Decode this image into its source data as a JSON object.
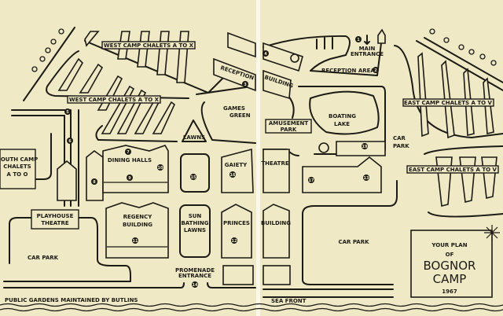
{
  "title": {
    "line1": "YOUR PLAN",
    "line2": "OF",
    "line3": "BOGNOR",
    "line4": "CAMP",
    "year": "1967"
  },
  "labels": {
    "west_camp_upper": "WEST CAMP CHALETS A TO X",
    "west_camp_lower": "WEST CAMP CHALETS A TO X",
    "east_camp_upper": "EAST CAMP CHALETS A TO V",
    "east_camp_lower": "EAST CAMP CHALETS A TO V",
    "south_camp": [
      "SOUTH CAMP",
      "CHALETS",
      "A TO O"
    ],
    "reception": "RECEPTION",
    "building_top": "BUILDING",
    "games_green": [
      "GAMES",
      "GREEN"
    ],
    "lawns": "LAWNS",
    "dining_halls": "DINING HALLS",
    "gaiety": "GAIETY",
    "theatre": "THEATRE",
    "amusement_park": [
      "AMUSEMENT",
      "PARK"
    ],
    "boating_lake": [
      "BOATING",
      "LAKE"
    ],
    "main_entrance": [
      "MAIN",
      "ENTRANCE"
    ],
    "reception_area": "RECEPTION AREA",
    "car_park_east": [
      "CAR",
      "PARK"
    ],
    "playhouse_theatre": [
      "PLAYHOUSE",
      "THEATRE"
    ],
    "regency_building": [
      "REGENCY",
      "BUILDING"
    ],
    "sun_bathing_lawns": [
      "SUN",
      "BATHING",
      "LAWNS"
    ],
    "princes": "PRINCES",
    "building_bottom": "BUILDING",
    "car_park_west": "CAR PARK",
    "car_park_centre": "CAR PARK",
    "promenade_entrance": [
      "PROMENADE",
      "ENTRANCE"
    ],
    "public_gardens": "PUBLIC GARDENS MAINTAINED BY BUTLINS",
    "sea_front": "SEA FRONT"
  },
  "markers": [
    "1",
    "2",
    "3",
    "4",
    "5",
    "6",
    "7",
    "8",
    "9",
    "10",
    "11",
    "12",
    "13",
    "14",
    "15",
    "16",
    "17",
    "18",
    "19"
  ],
  "colors": {
    "paper": "#efe9c6",
    "ink": "#1c1a14"
  }
}
